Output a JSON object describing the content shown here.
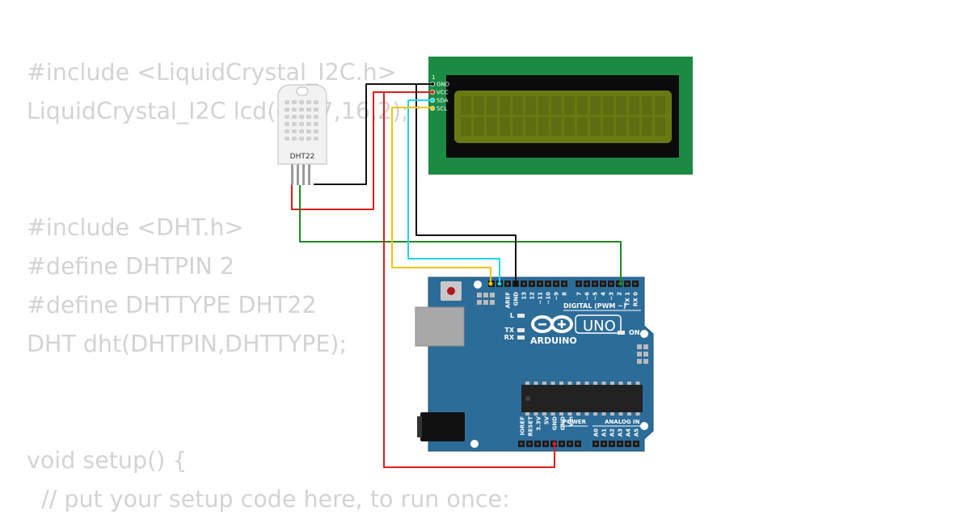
{
  "code_lines": [
    "#include <LiquidCrystal_I2C.h>",
    "LiquidCrystal_I2C lcd(0x27,16,2);",
    "",
    "",
    "#include <DHT.h>",
    "#define DHTPIN 2",
    "#define DHTTYPE DHT22",
    "DHT dht(DHTPIN,DHTTYPE);",
    "",
    "",
    "void setup() {",
    "  // put your setup code here, to run once:"
  ],
  "dht": {
    "label": "DHT22"
  },
  "lcd": {
    "pin_number": "1",
    "pins": [
      "GND",
      "VCC",
      "SDA",
      "SCL"
    ]
  },
  "arduino": {
    "logo_text": "ARDUINO",
    "model": "UNO",
    "digital_label": "DIGITAL (PWM ~)",
    "digital_pins": [
      "AREF",
      "GND",
      "13",
      "12",
      "~11",
      "~10",
      "~9",
      "8",
      "7",
      "~6",
      "~5",
      "4",
      "~3",
      "2",
      "TX 1",
      "RX 0"
    ],
    "led_labels": [
      "L",
      "TX",
      "RX"
    ],
    "on_label": "ON",
    "power_label": "POWER",
    "analog_label": "ANALOG IN",
    "power_pins": [
      "IOREF",
      "RESET",
      "3.3V",
      "5V",
      "GND",
      "GND",
      "Vin"
    ],
    "analog_pins": [
      "A0",
      "A1",
      "A2",
      "A3",
      "A4",
      "A5"
    ]
  },
  "colors": {
    "code_text": "#d3d3d3",
    "board": "#2c6c99",
    "lcd_pcb": "#1b8b43",
    "lcd_screen": "#6a7a12",
    "wire_black": "#111111",
    "wire_red": "#e01b1b",
    "wire_green": "#1e8a22",
    "wire_cyan": "#20d4ee",
    "wire_yellow": "#f2c300"
  }
}
